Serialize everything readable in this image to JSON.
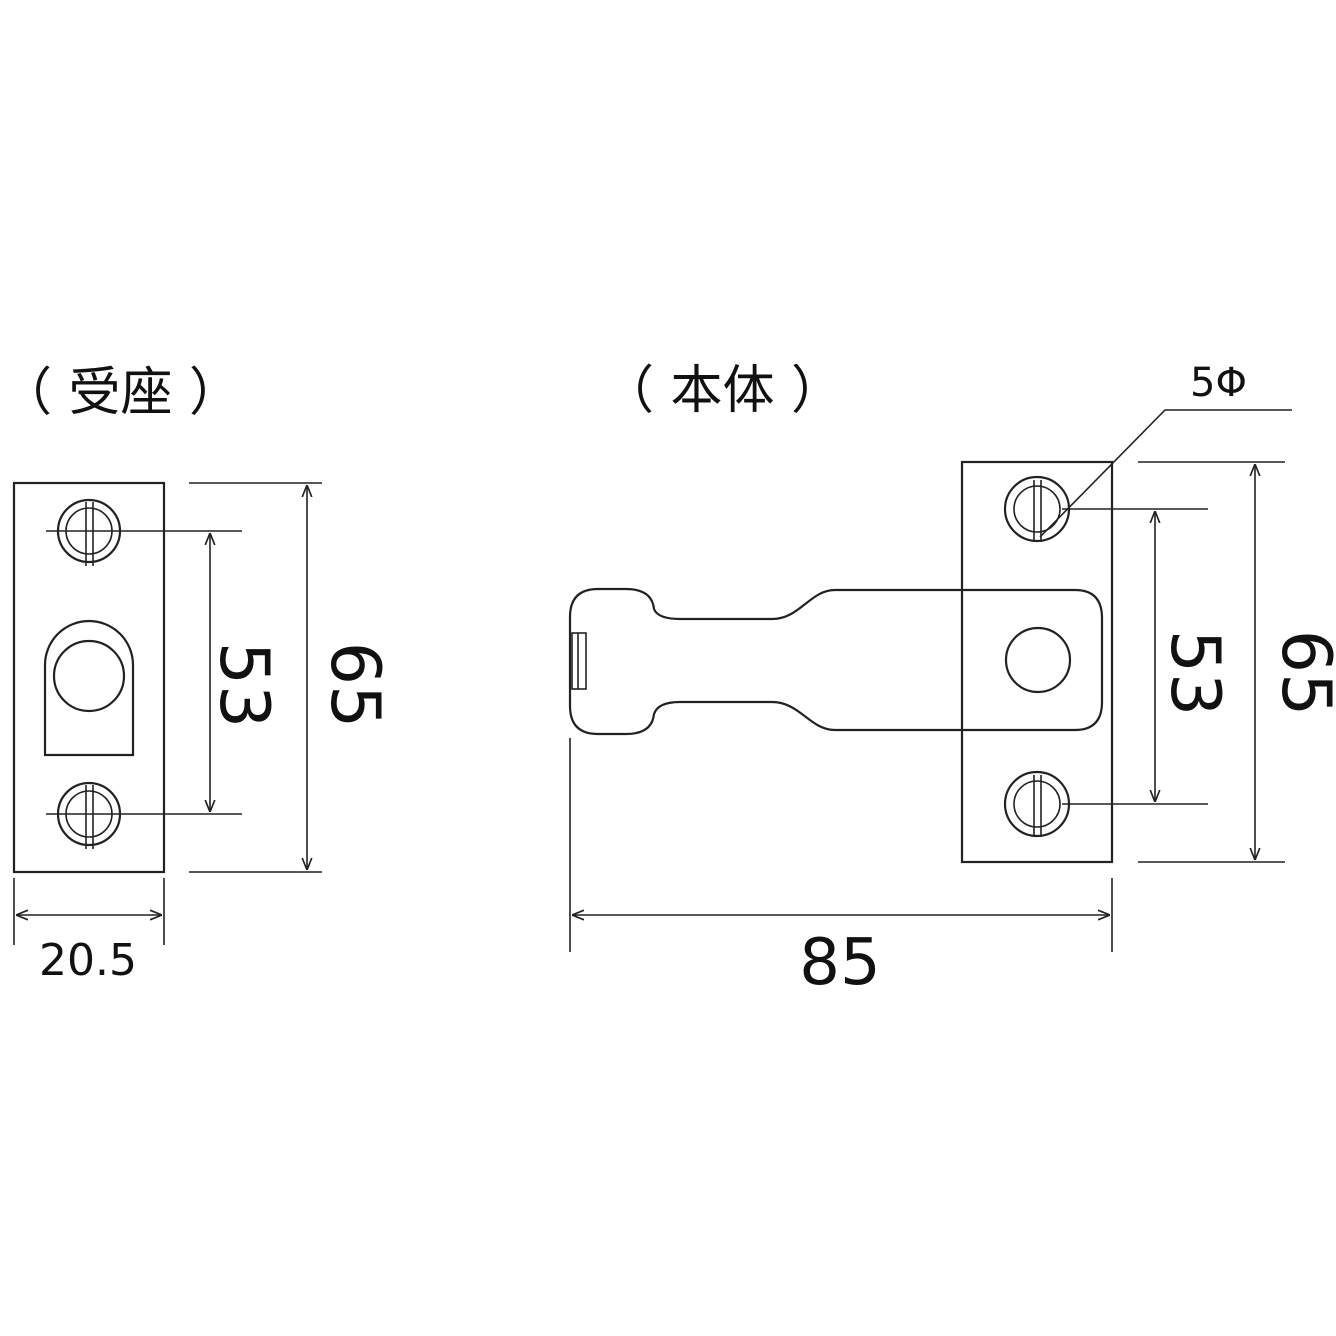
{
  "receiver": {
    "title": "（ 受座 ）",
    "width_label": "20.5",
    "pitch_label": "53",
    "height_label": "65"
  },
  "body": {
    "title": "（ 本体 ）",
    "length_label": "85",
    "pitch_label": "53",
    "height_label": "65",
    "hole_label": "5Φ"
  }
}
